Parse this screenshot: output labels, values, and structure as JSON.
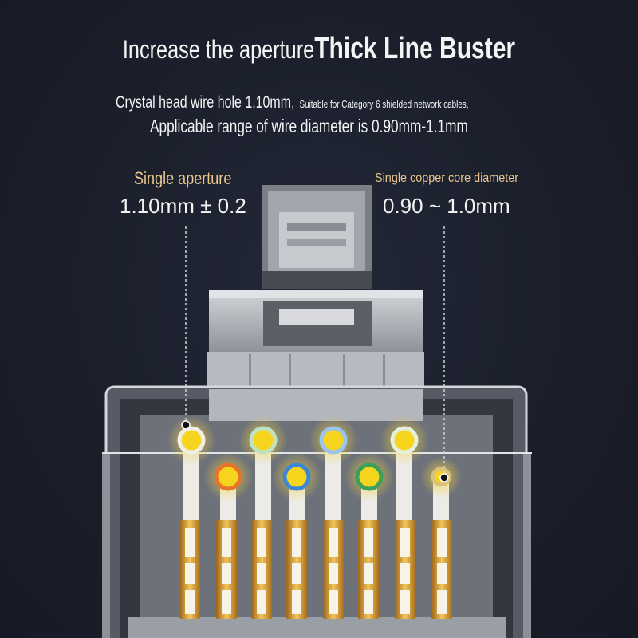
{
  "title": {
    "part1": "Increase the aperture",
    "part2": "Thick Line Buster"
  },
  "spec": {
    "line1_main": "Crystal head wire hole 1.10mm,",
    "line1_note": "Suitable for Category 6 shielded network cables,",
    "line2": "Applicable range of wire diameter is 0.90mm-1.1mm"
  },
  "callouts": {
    "aperture": {
      "label": "Single aperture",
      "value": "1.10mm ± 0.2"
    },
    "core": {
      "label": "Single copper core diameter",
      "value": "0.90 ~ 1.0mm"
    }
  },
  "colors": {
    "background": "#1b1f2b",
    "text": "#f4f4f4",
    "accent_gold": "#e8c68d",
    "core_yellow": "#f7d51e",
    "wire_white": "#ecebe6",
    "contact_gold": "#e3a93a",
    "pointer_line": "#cfd2d8"
  },
  "connector": {
    "top_row_ring_colors": [
      "#f1eee6",
      "#bfe2c3",
      "#9cc4ec",
      "#e6efdc"
    ],
    "bottom_row_ring_colors": [
      "#e8742a",
      "#3b86d6",
      "#3aa05a",
      "#d9c27a"
    ]
  }
}
